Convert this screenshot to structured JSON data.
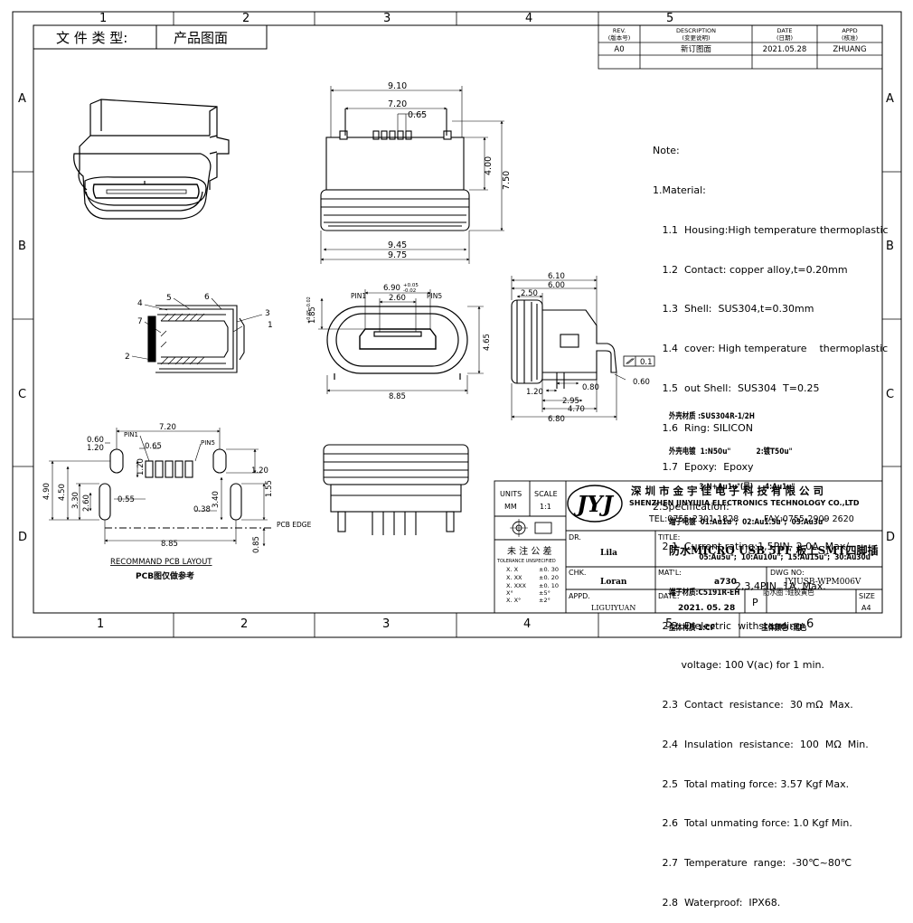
{
  "border": {
    "cols_top": [
      "1",
      "2",
      "3",
      "4",
      "5"
    ],
    "cols_bottom": [
      "1",
      "2",
      "3",
      "4",
      "5",
      "6"
    ],
    "rows_left": [
      "A",
      "B",
      "C",
      "D"
    ],
    "rows_right": [
      "A",
      "B",
      "C",
      "D"
    ]
  },
  "doc_type": {
    "label": "文 件 类 型:",
    "value": "产品图面"
  },
  "revision": {
    "headers": [
      {
        "en": "REV.",
        "cn": "(版本号)"
      },
      {
        "en": "DESCRIPTION",
        "cn": "(变更说明)"
      },
      {
        "en": "DATE",
        "cn": "(日期)"
      },
      {
        "en": "APPD",
        "cn": "(核准)"
      }
    ],
    "row": [
      "A0",
      "新订图面",
      "2021.05.28",
      "ZHUANG"
    ]
  },
  "dims": {
    "top_9_10": "9.10",
    "top_7_20": "7.20",
    "top_0_65": "0.65",
    "top_4_00": "4.00",
    "top_7_50": "7.50",
    "top_9_45": "9.45",
    "top_9_75": "9.75",
    "side_labels": [
      "4",
      "5",
      "6",
      "3",
      "1",
      "7",
      "2"
    ],
    "front_6_90": "6.90",
    "front_tol_plus": "+0.05",
    "front_tol_minus": "-0.02",
    "front_pin1": "PIN1",
    "front_2_60": "2.60",
    "front_pin5": "PIN5",
    "front_1_85": "1.85",
    "front_1_85_tol": "+0.05 -0.02",
    "front_4_65": "4.65",
    "front_8_85": "8.85",
    "right_6_10": "6.10",
    "right_6_00": "6.00",
    "right_2_50": "2.50",
    "right_0_1": "0.1",
    "right_0_60": "0.60",
    "right_0_80": "0.80",
    "right_1_20": "1.20",
    "right_2_95": "2.95",
    "right_4_70": "4.70",
    "right_6_80": "6.80",
    "pcb_7_20": "7.20",
    "pcb_pin1": "PIN1",
    "pcb_0_60": "0.60",
    "pcb_1_20a": "1.20",
    "pcb_0_65": "0.65",
    "pcb_pin5": "PIN5",
    "pcb_1_20b": "1.20",
    "pcb_1_20c": "1.20",
    "pcb_4_90": "4.90",
    "pcb_4_50": "4.50",
    "pcb_3_30": "3.30",
    "pcb_2_60": "2.60",
    "pcb_0_55": "0.55",
    "pcb_0_38": "0.38",
    "pcb_3_40": "3.40",
    "pcb_1_55": "1.55",
    "pcb_edge": "PCB EDGE",
    "pcb_8_85": "8.85",
    "pcb_0_85": "0.85"
  },
  "pcb_caption": {
    "en": "RECOMMAND PCB LAYOUT",
    "cn": "PCB图仅做参考"
  },
  "notes": [
    "Note:",
    "1.Material:",
    "   1.1  Housing:High temperature thermoplastic",
    "   1.2  Contact: copper alloy,t=0.20mm",
    "   1.3  Shell:  SUS304,t=0.30mm",
    "   1.4  cover: High temperature    thermoplastic",
    "   1.5  out Shell:  SUS304  T=0.25",
    "   1.6  Ring: SILICON",
    "   1.7  Epoxy:  Epoxy",
    "2.Specification:",
    "   2.1  Current rating:1,5PIN  2.0A  Max/",
    "                          2,3,4PIN  1A  Max.",
    "   2.2  Dielectric  withstanding",
    "         voltage: 100 V(ac) for 1 min.",
    "   2.3  Contact  resistance:  30 mΩ  Max.",
    "   2.4  Insulation  resistance:  100  MΩ  Min.",
    "   2.5  Total mating force: 3.57 Kgf Max.",
    "   2.6  Total unmating force: 1.0 Kgf Min.",
    "   2.7  Temperature  range:  -30℃~80℃",
    "   2.8  Waterproof:  IPX68."
  ],
  "cn_spec": [
    "外壳材质 :SUS304R-1/2H",
    "外壳电镀  1:N50u\"           2:镀T50u\"",
    "             3:N+Au1u\"(局)     4:Au1u\"",
    "端子电镀  01:Au1u\";  02:Au1.5u\";  03:Au3u\"",
    "             05:Au5u\";  10:Au10u\";  15:Au15u\";  30:Au30u\"",
    "端子材质:C5191R-EH",
    "主体材质 1:CP"
  ],
  "cn_spec_right": {
    "ring": "防水圈 :硅胶黄色",
    "color": "主体颜色 :黑色"
  },
  "title_block": {
    "units_label": "UNITS",
    "units_value": "MM",
    "scale_label": "SCALE",
    "scale_value": "1:1",
    "logo": "JYJ",
    "company_cn": "深 圳 市 金 宇 佳 电 子 科 技 有 限 公 司",
    "company_en": "SHENZHEN  JINYUJIA  ELECTRONICS TECHNOLOGY  CO.,LTD",
    "tel": "TEL:0755-2301 1828",
    "fax": "FAX:0755-2909 2620",
    "tolerance_cn": "未 注 公 差",
    "tolerance_en": "TOLERANCE  UNSPECIFIED",
    "tolerances": [
      [
        "X. X",
        "±0. 30"
      ],
      [
        "X. XX",
        "±0. 20"
      ],
      [
        "X. XXX",
        "±0. 10"
      ],
      [
        "X°",
        "±5°"
      ],
      [
        "X. X°",
        "±2°"
      ]
    ],
    "dr_label": "DR.",
    "dr_value": "Lila",
    "title_label": "TITLE:",
    "title_value": "防水MICRO USB 5PF 板上SMT四脚插",
    "chk_label": "CHK.",
    "chk_value": "Loran",
    "matl_label": "MAT'L:",
    "matl_value": "a730",
    "dwg_label": "DWG NO:",
    "dwg_value": "JYJUSB-WPM006V",
    "appd_label": "APPD.",
    "appd_value": "LIGUIYUAN",
    "date_label": "DATE:",
    "date_value": "2021. 05. 28",
    "p_label": "P",
    "size_label": "SIZE",
    "size_value": "A4"
  }
}
